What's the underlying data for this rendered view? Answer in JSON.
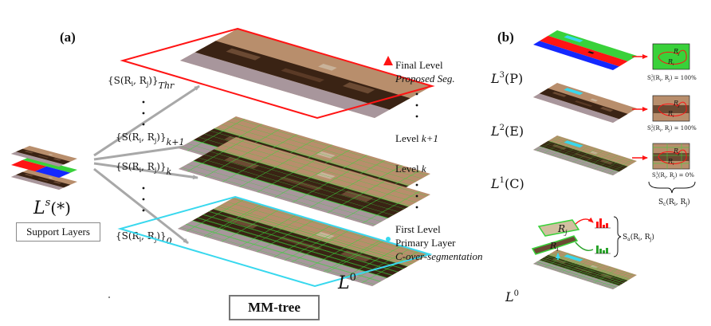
{
  "panel_a": {
    "label": "(a)",
    "support": {
      "symbol": "L",
      "sup": "s",
      "arg": "(*)",
      "box_label": "Support Layers"
    },
    "edges": [
      {
        "base": "{S(R",
        "i": "i",
        "mid": ", R",
        "j": "j",
        "close": ")}",
        "sub": "Thr"
      },
      {
        "base": "{S(R",
        "i": "i",
        "mid": ", R",
        "j": "j",
        "close": ")}",
        "sub": "k+1"
      },
      {
        "base": "{S(R",
        "i": "i",
        "mid": ", R",
        "j": "j",
        "close": ")}",
        "sub": "k"
      },
      {
        "base": "{S(R",
        "i": "i",
        "mid": ", R",
        "j": "j",
        "close": ")}",
        "sub": "0"
      }
    ],
    "levels": {
      "final_1": "Final Level",
      "final_2": "Proposed Seg.",
      "k1_prefix": "Level ",
      "k1_var": "k+1",
      "k_prefix": "Level ",
      "k_var": "k",
      "first_1": "First Level",
      "first_2": "Primary Layer",
      "first_3": "C-over-segmentation"
    },
    "l0": {
      "symbol": "L",
      "sup": "0"
    },
    "tree_box": "MM-tree"
  },
  "panel_b": {
    "label": "(b)",
    "layers": [
      {
        "symbol": "L",
        "sup": "3",
        "arg": "(P)",
        "score": "S",
        "score_sup": "3",
        "score_sub": "c",
        "score_tail": "(R",
        "ri": "i",
        "rmid": ", R",
        "rj": "j",
        "rend": ") = 100%"
      },
      {
        "symbol": "L",
        "sup": "2",
        "arg": "(E)",
        "score": "S",
        "score_sup": "2",
        "score_sub": "c",
        "score_tail": "(R",
        "ri": "i",
        "rmid": ", R",
        "rj": "j",
        "rend": ") = 100%"
      },
      {
        "symbol": "L",
        "sup": "1",
        "arg": "(C)",
        "score": "S",
        "score_sup": "1",
        "score_sub": "c",
        "score_tail": "(R",
        "ri": "i",
        "rmid": ", R",
        "rj": "j",
        "rend": ") = 0%"
      }
    ],
    "brace_label": {
      "s": "S",
      "sub": "c",
      "tail": "(R",
      "i": "i",
      "mid": ", R",
      "j": "j",
      "end": ")"
    },
    "appearance_label": {
      "s": "S",
      "sub": "a",
      "tail": "(R",
      "i": "i",
      "mid": ", R",
      "j": "j",
      "end": ")"
    },
    "region_i": {
      "r": "R",
      "sub": "i"
    },
    "region_j": {
      "r": "R",
      "sub": "j"
    },
    "l0": {
      "symbol": "L",
      "sup": "0"
    }
  },
  "colors": {
    "tan": "#b88e6c",
    "dark_band": "#3a2314",
    "mauve": "#a8969c",
    "seg_green": "#39d13a",
    "red": "#ff1414",
    "blue": "#1428ff",
    "cyan": "#38d8ee",
    "arrow_gray": "#a8a8a8"
  }
}
